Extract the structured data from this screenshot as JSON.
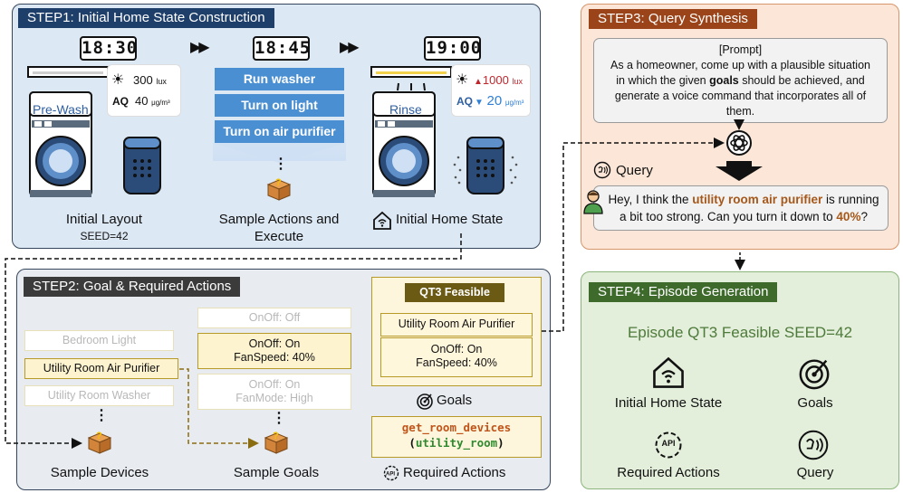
{
  "step1": {
    "title": "STEP1: Initial Home State Construction",
    "time_initial": "18:30",
    "time_mid": "18:45",
    "time_final": "19:00",
    "arrow": "▶▶",
    "initial_washer_mode": "Pre-Wash",
    "final_washer_mode": "Rinse",
    "initial_light_value": "300",
    "initial_light_unit": "lux",
    "initial_aq_label": "AQ",
    "initial_aq_value": "40",
    "initial_aq_unit": "μg/m³",
    "final_light_value": "1000",
    "final_light_unit": "lux",
    "final_aq_label": "AQ",
    "final_aq_value": "20",
    "final_aq_unit": "μg/m³",
    "actions": [
      "Run washer",
      "Turn on light",
      "Turn on air purifier"
    ],
    "ellipsis": "⋮",
    "label_initial_layout": "Initial Layout",
    "label_seed": "SEED=42",
    "label_sample_actions_1": "Sample Actions and",
    "label_sample_actions_2": "Execute",
    "label_initial_home_state": "Initial Home State"
  },
  "step2": {
    "title": "STEP2: Goal & Required Actions",
    "devices": [
      "Bedroom Light",
      "Utility Room Air Purifier",
      "Utility Room Washer"
    ],
    "goal_off": "OnOff: Off",
    "goal_selected_1": "OnOff: On",
    "goal_selected_2": "FanSpeed: 40%",
    "goal_faded_1": "OnOff: On",
    "goal_faded_2": "FanMode: High",
    "label_sample_devices": "Sample Devices",
    "label_sample_goals": "Sample Goals",
    "feasible_tag": "QT3 Feasible",
    "feasible_device": "Utility Room Air Purifier",
    "feasible_goal_1": "OnOff: On",
    "feasible_goal_2": "FanSpeed: 40%",
    "label_goals": "Goals",
    "api_call_1": "get_room_devices",
    "api_call_2_open": "(",
    "api_call_2_arg": "utility_room",
    "api_call_2_close": ")",
    "label_required_actions": "Required Actions"
  },
  "step3": {
    "title": "STEP3: Query Synthesis",
    "prompt_header": "[Prompt]",
    "prompt_part1": "As a homeowner, come up with a plausible situation in which the given ",
    "prompt_bold": "goals",
    "prompt_part2": " should be achieved, and generate a voice command that incorporates all of them.",
    "label_query": "Query",
    "query_part1": "Hey, I think the ",
    "query_hl1": "utility room air purifier",
    "query_part2": " is running a bit too strong. Can you turn it down to ",
    "query_hl2": "40%",
    "query_part3": "?"
  },
  "step4": {
    "title": "STEP4: Episode Generation",
    "episode_title": "Episode QT3 Feasible SEED=42",
    "items": [
      "Initial Home State",
      "Goals",
      "Required Actions",
      "Query"
    ],
    "api_icon_text": "API"
  },
  "colors": {
    "step1_bg": "#dce8f4",
    "step2_bg": "#e8ecf1",
    "step3_bg": "#fbe6d7",
    "step4_bg": "#e3efdb",
    "step1_header": "#1f3f6b",
    "step2_header": "#3b3b3b",
    "step3_header": "#9c4419",
    "step4_header": "#3e6b2c",
    "action_blue": "#4a8fd2",
    "goal_gold": "#b79a28",
    "goal_fill": "#fdf3cf",
    "query_highlight": "#a5581a",
    "episode_green": "#4e7a3a"
  },
  "icons": [
    "fast-forward-icon",
    "washing-machine-icon",
    "air-purifier-icon",
    "ceiling-light-icon",
    "sun-icon",
    "sample-box-icon",
    "smart-home-icon",
    "target-icon",
    "api-gear-icon",
    "voice-query-icon",
    "ai-model-icon",
    "user-icon"
  ]
}
